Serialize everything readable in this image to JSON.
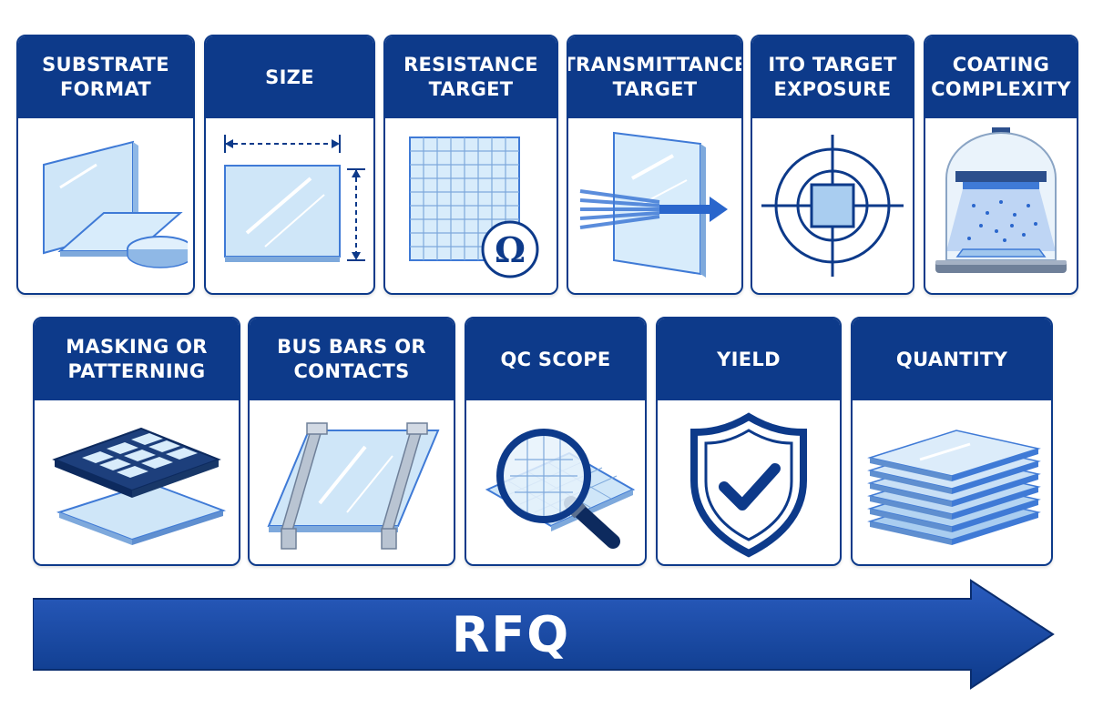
{
  "colors": {
    "navy": "#0d3a8a",
    "glass": "#cfe6f8",
    "accent": "#3f7ad6"
  },
  "cards": [
    {
      "title": "SUBSTRATE\nFORMAT",
      "icon": "substrate-format-icon"
    },
    {
      "title": "SIZE",
      "icon": "size-icon"
    },
    {
      "title": "RESISTANCE\nTARGET",
      "icon": "resistance-ohm-icon"
    },
    {
      "title": "TRANSMITTANCE\nTARGET",
      "icon": "transmittance-icon"
    },
    {
      "title": "ITO TARGET\nEXPOSURE",
      "icon": "target-crosshair-icon"
    },
    {
      "title": "COATING\nCOMPLEXITY",
      "icon": "coating-chamber-icon"
    },
    {
      "title": "MASKING OR\nPATTERNING",
      "icon": "mask-grid-icon"
    },
    {
      "title": "BUS BARS OR\nCONTACTS",
      "icon": "bus-bars-icon"
    },
    {
      "title": "QC SCOPE",
      "icon": "magnifier-icon"
    },
    {
      "title": "YIELD",
      "icon": "shield-check-icon"
    },
    {
      "title": "QUANTITY",
      "icon": "stacked-sheets-icon"
    }
  ],
  "arrow": {
    "label": "RFQ"
  }
}
